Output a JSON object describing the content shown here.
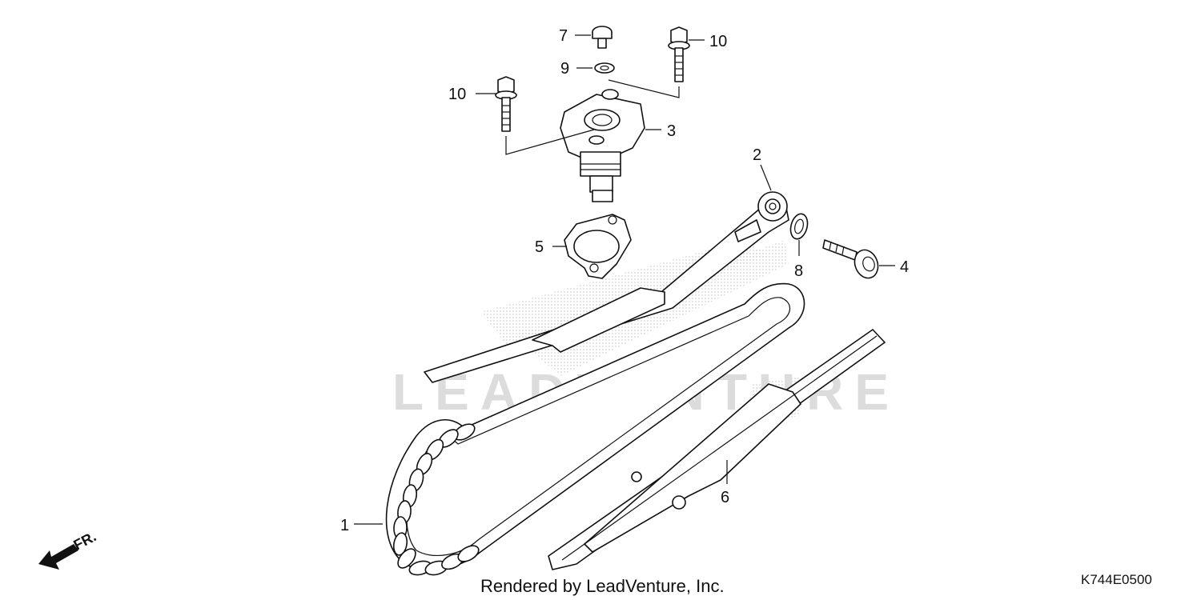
{
  "diagram": {
    "watermark": "LEADVENTURE",
    "footer_text": "Rendered by LeadVenture, Inc.",
    "diagram_code": "K744E0500",
    "direction_label": "FR.",
    "callouts": [
      {
        "id": "1"
      },
      {
        "id": "2"
      },
      {
        "id": "3"
      },
      {
        "id": "4"
      },
      {
        "id": "5"
      },
      {
        "id": "6"
      },
      {
        "id": "7"
      },
      {
        "id": "8"
      },
      {
        "id": "9"
      },
      {
        "id": "10"
      },
      {
        "id": "10"
      }
    ]
  }
}
